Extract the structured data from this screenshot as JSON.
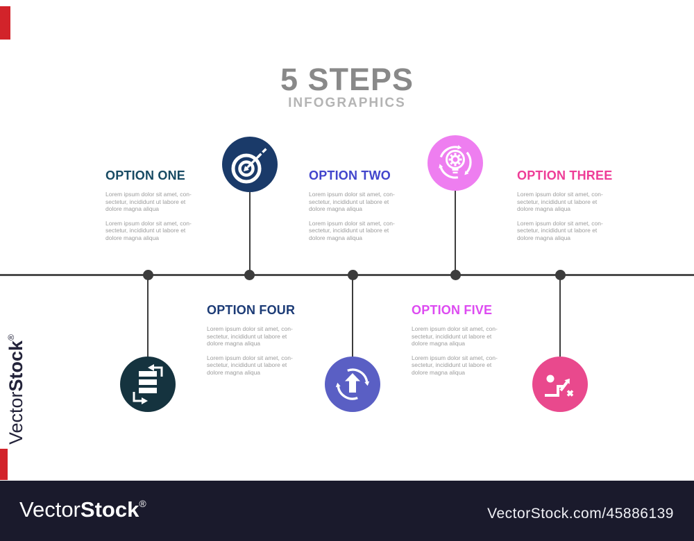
{
  "header": {
    "title": "5 STEPS",
    "title_color": "#898989",
    "subtitle": "INFOGRAPHICS",
    "subtitle_color": "#b4b4b4"
  },
  "steps": [
    {
      "label": "OPTION ONE",
      "color": "#174a63",
      "body1": "Lorem ipsum dolor sit amet, con-\nsectetur, incididunt ut labore et\ndolore magna aliqua",
      "body2": "Lorem ipsum dolor sit amet, con-\nsectetur, incididunt ut labore et\ndolore magna aliqua"
    },
    {
      "label": "OPTION TWO",
      "color": "#4245cc",
      "body1": "Lorem ipsum dolor sit amet, con-\nsectetur, incididunt ut labore et\ndolore magna aliqua",
      "body2": "Lorem ipsum dolor sit amet, con-\nsectetur, incididunt ut labore et\ndolore magna aliqua"
    },
    {
      "label": "OPTION THREE",
      "color": "#ee3d97",
      "body1": "Lorem ipsum dolor sit amet, con-\nsectetur, incididunt ut labore et\ndolore magna aliqua",
      "body2": "Lorem ipsum dolor sit amet, con-\nsectetur, incididunt ut labore et\ndolore magna aliqua"
    },
    {
      "label": "OPTION FOUR",
      "color": "#1c3b76",
      "body1": "Lorem ipsum dolor sit amet, con-\nsectetur, incididunt ut labore et\ndolore magna aliqua",
      "body2": "Lorem ipsum dolor sit amet, con-\nsectetur, incididunt ut labore et\ndolore magna aliqua"
    },
    {
      "label": "OPTION FIVE",
      "color": "#dd4bf1",
      "body1": "Lorem ipsum dolor sit amet, con-\nsectetur, incididunt ut labore et\ndolore magna aliqua",
      "body2": "Lorem ipsum dolor sit amet, con-\nsectetur, incididunt ut labore et\ndolore magna aliqua"
    }
  ],
  "icons": [
    {
      "name": "goal-target-icon",
      "bg": "#1a3a69"
    },
    {
      "name": "innovation-bulb-icon",
      "bg": "#ee7ef0"
    },
    {
      "name": "workflow-boxes-icon",
      "bg": "#15333f"
    },
    {
      "name": "update-arrow-icon",
      "bg": "#5a5fc4"
    },
    {
      "name": "strategy-path-icon",
      "bg": "#e9498d"
    }
  ],
  "watermark": {
    "brand_light": "Vector",
    "brand_bold": "Stock",
    "registered": "®",
    "url": "VectorStock.com/45886139"
  }
}
